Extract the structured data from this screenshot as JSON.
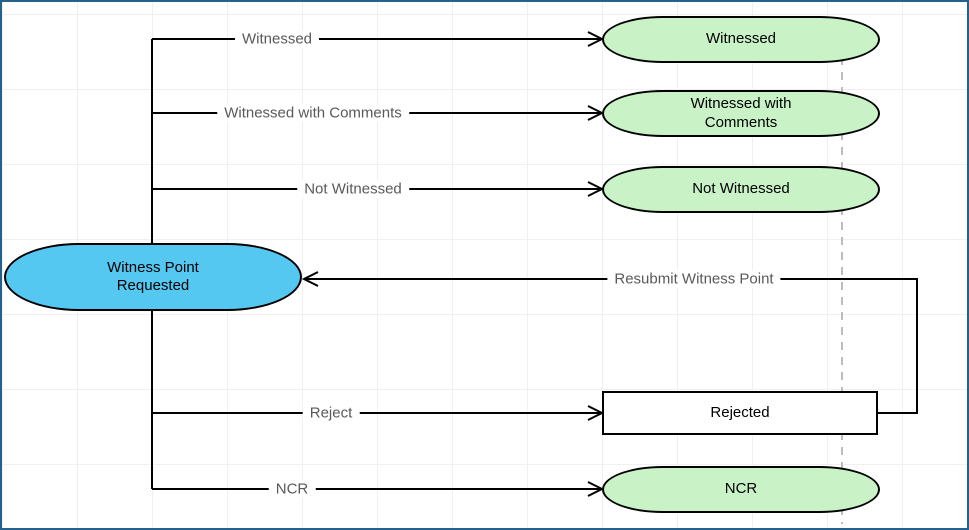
{
  "colors": {
    "frame_border": "#24618c",
    "grid_line": "#f0f0f0",
    "start_fill": "#55c8f2",
    "outcome_fill": "#c9f2c6",
    "node_border": "#000000",
    "edge_stroke": "#000000",
    "edge_label": "#595959",
    "dashed_guide": "#bdbdbd"
  },
  "nodes": {
    "start": {
      "label": "Witness Point Requested"
    },
    "witnessed": {
      "label": "Witnessed"
    },
    "witnessed_with_comments": {
      "label": "Witnessed with Comments"
    },
    "not_witnessed": {
      "label": "Not Witnessed"
    },
    "rejected": {
      "label": "Rejected"
    },
    "ncr": {
      "label": "NCR"
    }
  },
  "edges": {
    "witnessed": {
      "label": "Witnessed"
    },
    "witnessed_with_comments": {
      "label": "Witnessed with Comments"
    },
    "not_witnessed": {
      "label": "Not Witnessed"
    },
    "reject": {
      "label": "Reject"
    },
    "ncr": {
      "label": "NCR"
    },
    "resubmit": {
      "label": "Resubmit Witness Point"
    }
  }
}
